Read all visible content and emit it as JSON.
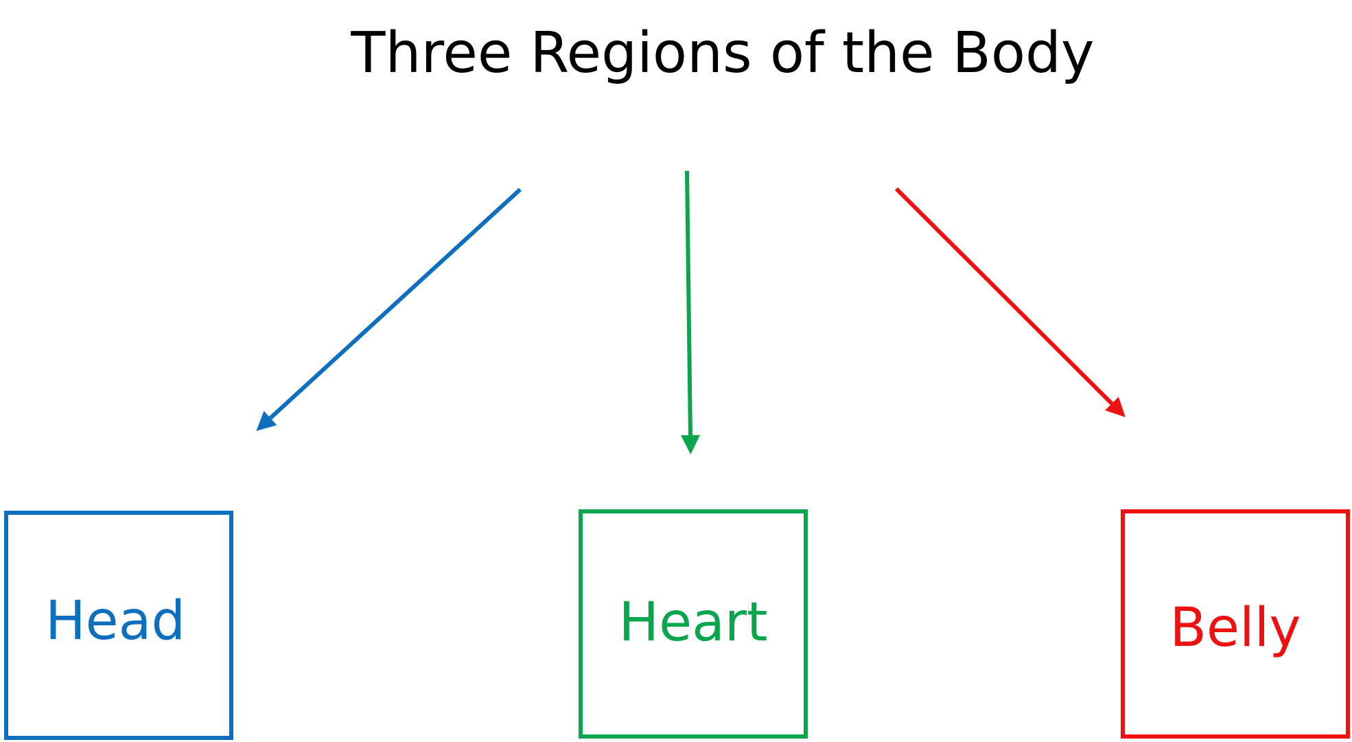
{
  "title": "Three Regions of the Body",
  "regions": [
    {
      "label": "Head",
      "color": "#0F6FBF"
    },
    {
      "label": "Heart",
      "color": "#0BA54D"
    },
    {
      "label": "Belly",
      "color": "#EE1111"
    }
  ]
}
